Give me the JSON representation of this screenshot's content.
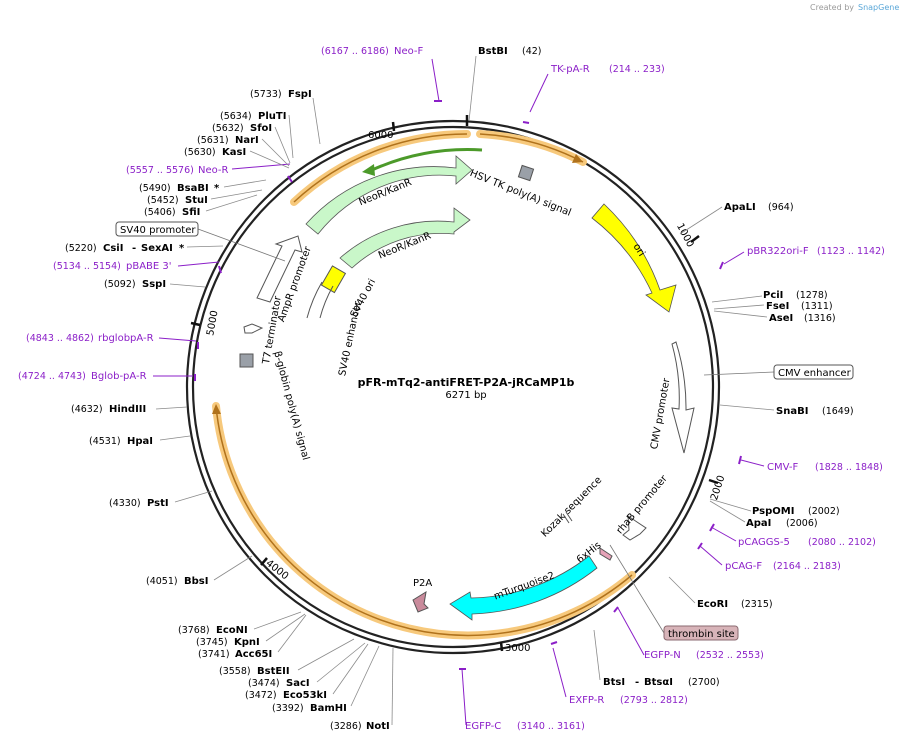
{
  "credit": {
    "created_by": "Created by",
    "brand": "SnapGene"
  },
  "plasmid": {
    "name": "pFR-mTq2-antiFRET-P2A-jRCaMP1b",
    "size": "6271 bp"
  },
  "ticks": [
    "1000",
    "2000",
    "3000",
    "4000",
    "5000",
    "6000"
  ],
  "features": {
    "hsv_tk_polya": "HSV TK poly(A) signal",
    "ori": "ori",
    "cmv_promoter": "CMV promoter",
    "rhab_promoter": "rhaB promoter",
    "kozak": "Kozak sequence",
    "his6": "6xHis",
    "mturquoise2": "mTurquoise2",
    "p2a": "P2A",
    "bglobin_polya": "β-globin poly(A) signal",
    "t7_terminator": "T7 terminator",
    "ampr_promoter": "AmpR promoter",
    "neokan_1": "NeoR/KanR",
    "neokan_2": "NeoR/KanR",
    "sv40_enhancer": "SV40 enhancer",
    "sv40_ori": "SV40 ori",
    "sv40_promoter_box": "SV40 promoter",
    "cmv_enhancer_box": "CMV enhancer",
    "thrombin_box": "thrombin site"
  },
  "enzymes": {
    "bsti": {
      "name": "BstBI",
      "pos": "(42)"
    },
    "apali": {
      "name": "ApaLI",
      "pos": "(964)"
    },
    "pcii": {
      "name": "PciI",
      "pos": "(1278)"
    },
    "fsei": {
      "name": "FseI",
      "pos": "(1311)"
    },
    "asei": {
      "name": "AseI",
      "pos": "(1316)"
    },
    "snabi": {
      "name": "SnaBI",
      "pos": "(1649)"
    },
    "psp": {
      "name": "PspOMI",
      "pos": "(2002)"
    },
    "apai": {
      "name": "ApaI",
      "pos": "(2006)"
    },
    "ecori": {
      "name": "EcoRI",
      "pos": "(2315)"
    },
    "btsi": {
      "name": "BtsI",
      "sep": "-",
      "name2": "BtsαI",
      "pos": "(2700)"
    },
    "noti": {
      "name": "NotI",
      "pos": "(3286)"
    },
    "bamhi": {
      "name": "BamHI",
      "pos": "(3392)"
    },
    "eco53ki": {
      "name": "Eco53kI",
      "pos": "(3472)"
    },
    "saci": {
      "name": "SacI",
      "pos": "(3474)"
    },
    "bsteii": {
      "name": "BstEII",
      "pos": "(3558)"
    },
    "acc65i": {
      "name": "Acc65I",
      "pos": "(3741)"
    },
    "kpni": {
      "name": "KpnI",
      "pos": "(3745)"
    },
    "econi": {
      "name": "EcoNI",
      "pos": "(3768)"
    },
    "bbsi": {
      "name": "BbsI",
      "pos": "(4051)"
    },
    "psti": {
      "name": "PstI",
      "pos": "(4330)"
    },
    "hpai": {
      "name": "HpaI",
      "pos": "(4531)"
    },
    "hindiii": {
      "name": "HindIII",
      "pos": "(4632)"
    },
    "sspi": {
      "name": "SspI",
      "pos": "(5092)"
    },
    "csii": {
      "name": "CsiI",
      "sep": "-",
      "name2": "SexAI",
      "star": "*",
      "pos": "(5220)"
    },
    "sfii": {
      "name": "SfiI",
      "pos": "(5406)"
    },
    "stui": {
      "name": "StuI",
      "pos": "(5452)"
    },
    "bsabi": {
      "name": "BsaBI",
      "star": "*",
      "pos": "(5490)"
    },
    "kasi": {
      "name": "KasI",
      "pos": "(5630)"
    },
    "nari": {
      "name": "NarI",
      "pos": "(5631)"
    },
    "sfoi": {
      "name": "SfoI",
      "pos": "(5632)"
    },
    "pluti": {
      "name": "PluTI",
      "pos": "(5634)"
    },
    "fspi": {
      "name": "FspI",
      "pos": "(5733)"
    }
  },
  "primers": {
    "neof": {
      "name": "Neo-F",
      "range": "(6167 .. 6186)"
    },
    "tkpar": {
      "name": "TK-pA-R",
      "range": "(214 .. 233)"
    },
    "pbr322": {
      "name": "pBR322ori-F",
      "range": "(1123 .. 1142)"
    },
    "cmvf": {
      "name": "CMV-F",
      "range": "(1828 .. 1848)"
    },
    "pcaggs": {
      "name": "pCAGGS-5",
      "range": "(2080 .. 2102)"
    },
    "pcagf": {
      "name": "pCAG-F",
      "range": "(2164 .. 2183)"
    },
    "egfpn": {
      "name": "EGFP-N",
      "range": "(2532 .. 2553)"
    },
    "exfpr": {
      "name": "EXFP-R",
      "range": "(2793 .. 2812)"
    },
    "egfpc": {
      "name": "EGFP-C",
      "range": "(3140 .. 3161)"
    },
    "neor": {
      "name": "Neo-R",
      "range": "(5557 .. 5576)"
    },
    "pbabe": {
      "name": "pBABE 3'",
      "range": "(5134 .. 5154)"
    },
    "rbglob": {
      "name": "rbglobpA-R",
      "range": "(4843 .. 4862)"
    },
    "bglob": {
      "name": "Bglob-pA-R",
      "range": "(4724 .. 4743)"
    }
  },
  "colors": {
    "backbone": "#222222",
    "primer": "#8b1fc8",
    "ori": "#ffff00",
    "neokan": "#c9f7c9",
    "mturquoise": "#00ffff",
    "p2a": "#c98a9b",
    "sv40_ori_box": "#ffff00",
    "orange_halo": "#f7c97c",
    "orange_line": "#b0721c",
    "green_arrow": "#4c9a2a",
    "thrombin": "#d8b4b9",
    "polya_box": "#9aa0a8"
  }
}
